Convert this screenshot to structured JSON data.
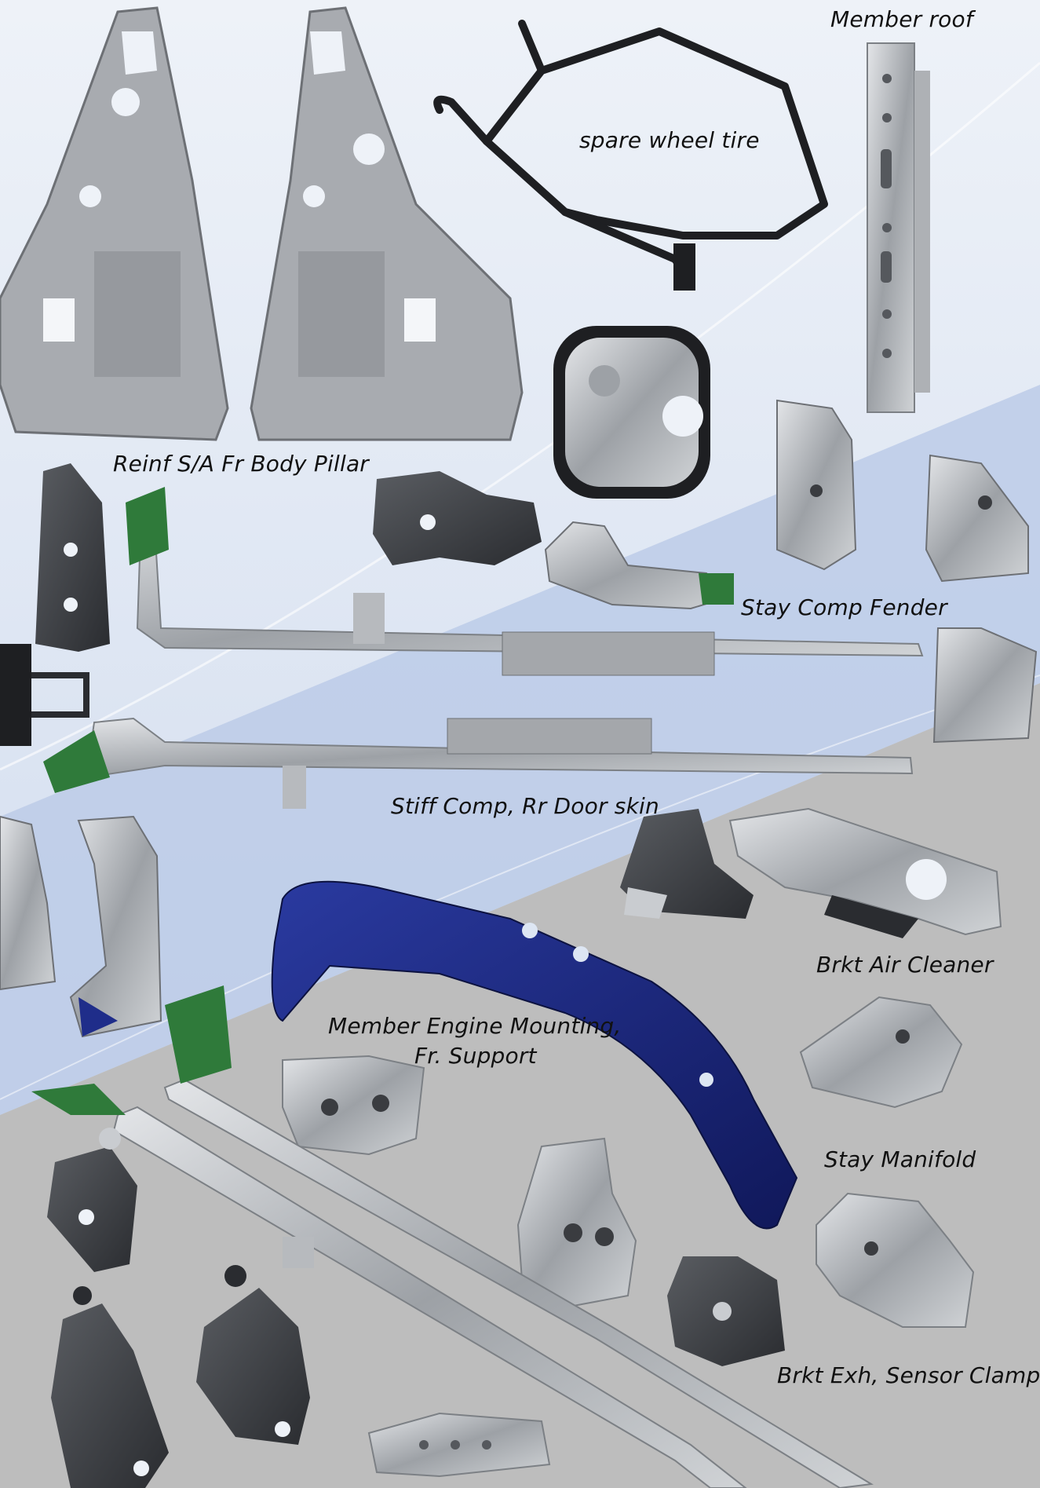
{
  "labels": {
    "member_roof": "Member roof",
    "spare_wheel_tire": "spare wheel tire",
    "reinf_body_pillar": "Reinf S/A Fr Body Pillar",
    "stay_comp_fender": "Stay Comp Fender",
    "stiff_comp_door_skin": "Stiff Comp, Rr Door skin",
    "brkt_air_cleaner": "Brkt Air Cleaner",
    "member_engine_mounting_line1": "Member Engine Mounting,",
    "member_engine_mounting_line2": "Fr. Support",
    "stay_manifold": "Stay Manifold",
    "brkt_exh_sensor_clamp": "Brkt Exh, Sensor Clamp"
  },
  "colors": {
    "bg_light_blue": "#dde6f3",
    "bg_mid_blue": "#b9c9e6",
    "bg_gray": "#b9b9b9",
    "metal_light": "#c9ccd0",
    "metal_dark": "#6d7075",
    "black_part": "#1e1f22",
    "blue_part": "#1f2d8a",
    "green_part": "#2f7a3a"
  }
}
